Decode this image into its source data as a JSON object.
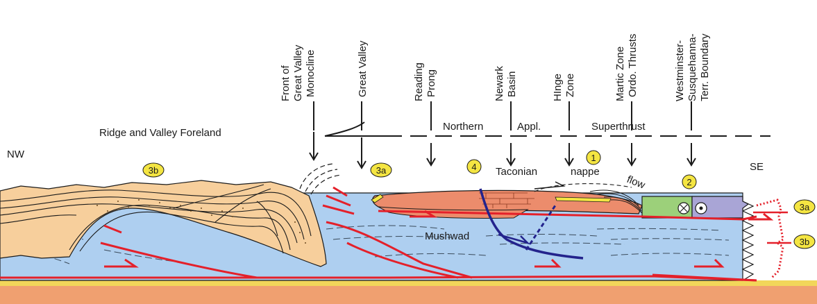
{
  "direction": {
    "left": "NW",
    "right": "SE"
  },
  "foreland_label": "Ridge and Valley Foreland",
  "superthrust_words": [
    "Northern",
    "Appl.",
    "Superthrust"
  ],
  "nappe_words": [
    "Taconian",
    "nappe",
    "flow"
  ],
  "mushwad_label": "Mushwad",
  "column_labels": [
    [
      "Front of",
      "Great Valley",
      "Monocline"
    ],
    [
      "Great Valley"
    ],
    [
      "Reading",
      "Prong"
    ],
    [
      "Newark",
      "Basin"
    ],
    [
      "HInge",
      "Zone"
    ],
    [
      "Martic Zone",
      "Ordo. Thrusts"
    ],
    [
      "Westminster-",
      "Susquehanna-",
      "Terr. Boundary"
    ]
  ],
  "badges": {
    "b3b_left": "3b",
    "b3a_mid": "3a",
    "b4": "4",
    "b1": "1",
    "b2": "2",
    "b3a_right": "3a",
    "b3b_right": "3b"
  },
  "colors": {
    "sky_blue": "#aecff0",
    "orange_folds": "#f7cf9c",
    "salmon_nappe": "#ec8c6c",
    "green_block": "#9cd07a",
    "purple_block": "#a9a5d6",
    "thrust_red": "#e4202a",
    "fault_navy": "#23238c",
    "badge_yellow": "#f4e542",
    "base_yellow": "#f2d65a",
    "base_orange": "#f0a070"
  }
}
